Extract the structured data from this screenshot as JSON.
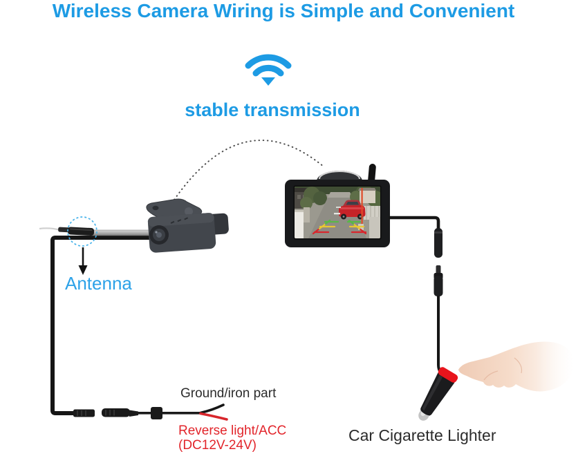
{
  "title": "Wireless Camera Wiring is Simple and Convenient",
  "wireless": {
    "icon": "wifi-icon",
    "label": "stable transmission"
  },
  "labels": {
    "antenna": "Antenna",
    "ground": "Ground/iron part",
    "reverse_line1": "Reverse light/ACC",
    "reverse_line2": "(DC12V-24V)",
    "cigarette_lighter": "Car Cigarette Lighter"
  },
  "colors": {
    "accent_blue": "#1d9be4",
    "warning_red": "#e2252b",
    "text_dark": "#2b2b2b",
    "wire_black": "#161616",
    "lighter_cap_red": "#e8141c",
    "guide_green": "#58b848",
    "guide_yellow": "#e8c832",
    "guide_red": "#d8262c",
    "highlight_circle_blue": "#45b2ea"
  }
}
